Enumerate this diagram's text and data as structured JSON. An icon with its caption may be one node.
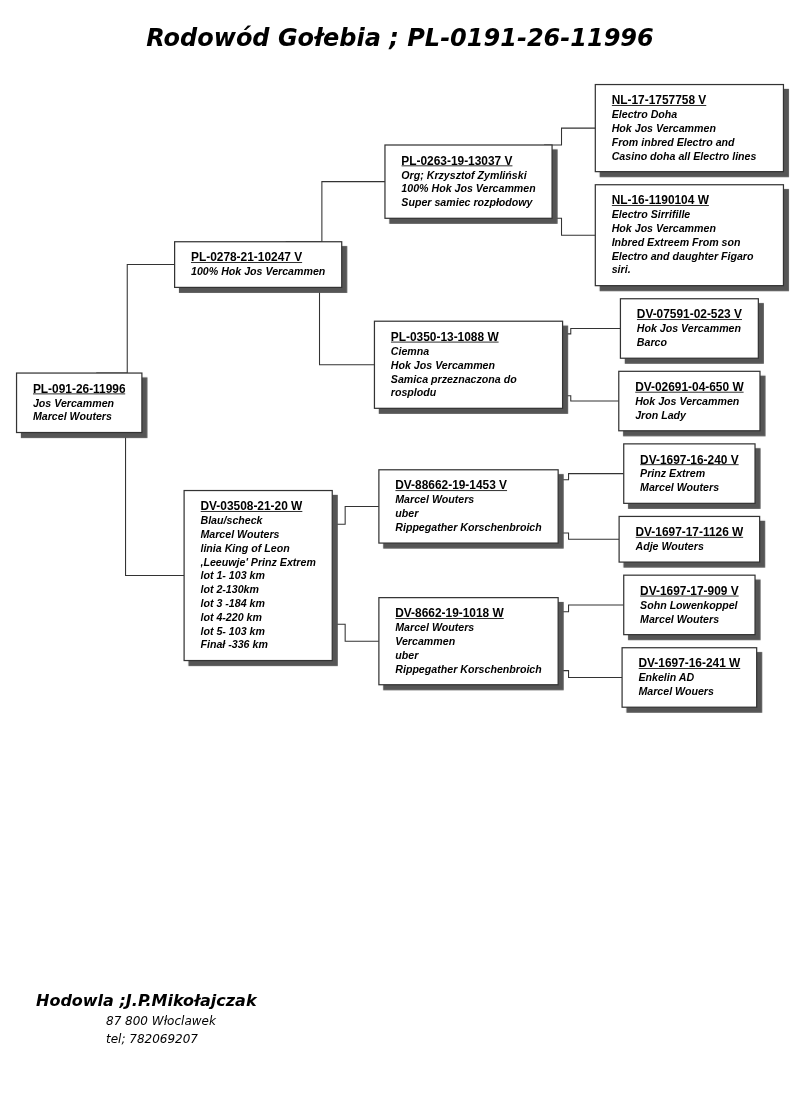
{
  "diagram": {
    "title": "Rodowód Gołebia ; PL-0191-26-11996",
    "nodes": [
      {
        "text": [
          "PL-091-26-11996",
          "Jos Vercammen",
          "Marcel Wouters"
        ]
      },
      {
        "text": [
          "PL-0278-21-10247 V",
          "100% Hok Jos Vercammen"
        ]
      },
      {
        "text": [
          "PL-0263-19-13037 V",
          "Org; Krzysztof Zymliński",
          "100% Hok Jos Vercammen",
          "Super samiec rozpłodowy"
        ]
      },
      {
        "text": [
          "NL-17-1757758 V",
          "Electro Doha",
          "Hok Jos Vercammen",
          "From inbred Electro and Casino doha all Electro lines"
        ]
      },
      {
        "text": [
          "NL-16-1190104 W",
          "Electro Sirrifille",
          "Hok Jos Vercammen",
          "Inbred Extreem From son Electro and daughter Figaro siri."
        ]
      },
      {
        "text": [
          "PL-0350-13-1088 W",
          "Ciemna",
          "Hok Jos Vercammen",
          "Samica przeznaczona do rosplodu"
        ]
      },
      {
        "text": [
          "DV-07591-02-523 V",
          "Hok Jos Vercammen",
          "Barco"
        ]
      },
      {
        "text": [
          "DV-02691-04-650 W",
          "Hok Jos Vercammen",
          "Jron Lady"
        ]
      },
      {
        "text": [
          "DV-03508-21-20 W",
          "Blau/scheck",
          "Marcel Wouters",
          "linia King of Leon",
          ",Leeuwje' Prinz Extrem",
          "lot 1- 103 km",
          "lot 2-130km",
          "lot 3 -184 km",
          "lot 4-220 km",
          "lot 5- 103 km",
          "Finał -336 km"
        ]
      },
      {
        "text": [
          "DV-88662-19-1453 V",
          "Marcel Wouters",
          "uber",
          "Rippegather Korschenbroich"
        ]
      },
      {
        "text": [
          "DV-1697-16-240 V",
          "Prinz Extrem",
          "Marcel Wouters"
        ]
      },
      {
        "text": [
          "DV-1697-17-1126 W",
          "Adje Wouters"
        ]
      },
      {
        "text": [
          "DV-8662-19-1018 W",
          "Marcel Wouters",
          "Vercammen",
          "uber",
          "Rippegather Korschenbroich"
        ]
      },
      {
        "text": [
          "DV-1697-17-909 V",
          "Sohn Lowenkoppel",
          "Marcel Wouters"
        ]
      },
      {
        "text": [
          "DV-1697-16-241 W",
          "Enkelin AD",
          "Marcel Wouers"
        ]
      }
    ],
    "edges": [
      {
        "from": 0,
        "to": 1,
        "arrow": "none"
      },
      {
        "from": 1,
        "to": 2,
        "arrow": "none"
      },
      {
        "from": 2,
        "to": 3,
        "arrow": "none"
      },
      {
        "from": 2,
        "to": 4,
        "arrow": "none"
      },
      {
        "from": 1,
        "to": 5,
        "arrow": "none"
      },
      {
        "from": 5,
        "to": 6,
        "arrow": "none"
      },
      {
        "from": 5,
        "to": 7,
        "arrow": "none"
      },
      {
        "from": 0,
        "to": 8,
        "arrow": "none"
      },
      {
        "from": 8,
        "to": 9,
        "arrow": "none"
      },
      {
        "from": 9,
        "to": 10,
        "arrow": "none"
      },
      {
        "from": 9,
        "to": 11,
        "arrow": "none"
      },
      {
        "from": 8,
        "to": 12,
        "arrow": "none"
      },
      {
        "from": 12,
        "to": 13,
        "arrow": "none"
      },
      {
        "from": 12,
        "to": 14,
        "arrow": "none"
      }
    ],
    "labels": [
      "Hodowla ;J.P.Mikołajczak",
      "87 800 Włoclawek",
      "tel; 782069207"
    ]
  }
}
